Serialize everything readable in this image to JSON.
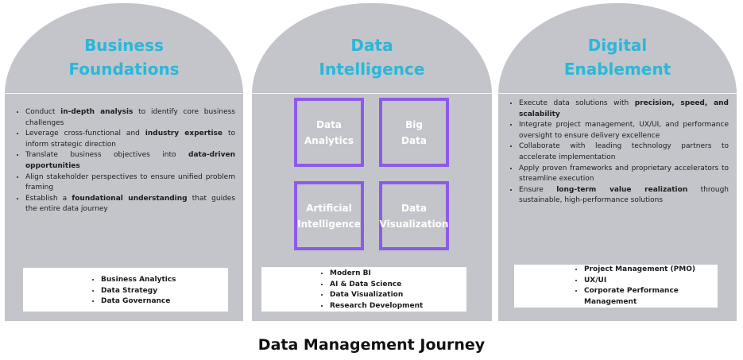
{
  "pillars": [
    {
      "title_line1": "Business",
      "title_line2": "Foundations",
      "bullets": [
        {
          "before": "Conduct ",
          "bold": "in-depth analysis",
          "after": " to identify core business challenges"
        },
        {
          "before": "Leverage cross-functional and ",
          "bold": "industry expertise",
          "after": " to inform strategic direction"
        },
        {
          "before": "Translate business objectives into ",
          "bold": "data-driven opportunities",
          "after": ""
        },
        {
          "before": "Align stakeholder perspectives to ensure unified problem framing",
          "bold": "",
          "after": ""
        },
        {
          "before": "Establish a ",
          "bold": "foundational understanding",
          "after": " that guides the entire data journey"
        }
      ],
      "box_items": [
        "Business Analytics",
        "Data Strategy",
        "Data Governance"
      ]
    },
    {
      "title_line1": "Data",
      "title_line2": "Intelligence",
      "tiles": [
        {
          "line1": "Data",
          "line2": "Analytics"
        },
        {
          "line1": "Big",
          "line2": "Data"
        },
        {
          "line1": "Artificial",
          "line2": "Intelligence"
        },
        {
          "line1": "Data",
          "line2": "Visualization"
        }
      ],
      "box_items": [
        "Modern BI",
        "AI & Data Science",
        "Data Visualization",
        "Research Development"
      ]
    },
    {
      "title_line1": "Digital",
      "title_line2": "Enablement",
      "bullets": [
        {
          "before": "Execute data solutions with ",
          "bold": "precision, speed, and scalability",
          "after": ""
        },
        {
          "before": "Integrate project management, UX/UI, and performance oversight to ensure delivery excellence",
          "bold": "",
          "after": ""
        },
        {
          "before": "Collaborate with leading technology partners to accelerate implementation",
          "bold": "",
          "after": ""
        },
        {
          "before": "Apply proven frameworks and proprietary accelerators to streamline execution",
          "bold": "",
          "after": ""
        },
        {
          "before": "Ensure ",
          "bold": "long-term value realization",
          "after": " through sustainable, high-performance solutions"
        }
      ],
      "box_items": [
        "Project Management (PMO)",
        "UX/UI",
        "Corporate Performance Management"
      ]
    }
  ],
  "footer_title": "Data Management Journey",
  "colors": {
    "pillar_bg": "#c3c5ca",
    "title_cyan": "#2ab7d9",
    "tile_border": "#8d5ae8"
  }
}
